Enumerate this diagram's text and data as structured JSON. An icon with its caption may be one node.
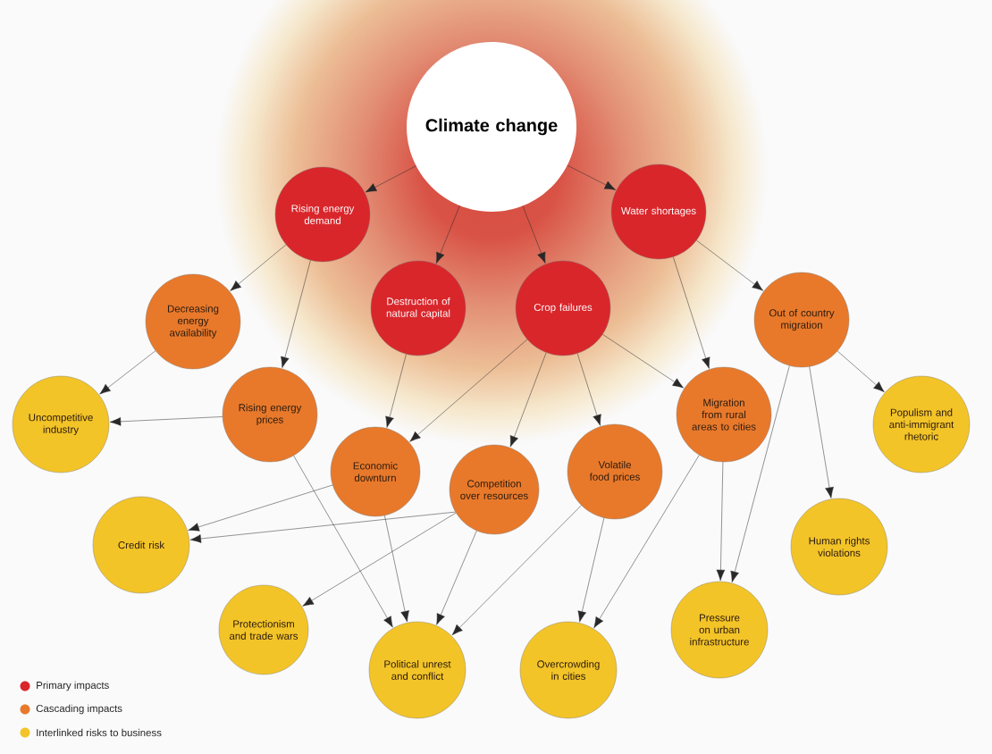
{
  "diagram": {
    "nodes": [
      {
        "text": [
          "Climate change"
        ]
      },
      {
        "text": [
          "Rising energy demand"
        ]
      },
      {
        "text": [
          "Water shortages"
        ]
      },
      {
        "text": [
          "Destruction of natural capital"
        ]
      },
      {
        "text": [
          "Crop failures"
        ]
      },
      {
        "text": [
          "Decreasing energy availability"
        ]
      },
      {
        "text": [
          "Out of country migration"
        ]
      },
      {
        "text": [
          "Uncompetitive industry"
        ]
      },
      {
        "text": [
          "Rising energy prices"
        ]
      },
      {
        "text": [
          "Migration from rural areas to cities"
        ]
      },
      {
        "text": [
          "Populism and anti-immigrant rhetoric"
        ]
      },
      {
        "text": [
          "Economic downturn"
        ]
      },
      {
        "text": [
          "Competition over resources"
        ]
      },
      {
        "text": [
          "Volatile food prices"
        ]
      },
      {
        "text": [
          "Credit risk"
        ]
      },
      {
        "text": [
          "Human rights violations"
        ]
      },
      {
        "text": [
          "Protectionism and trade wars"
        ]
      },
      {
        "text": [
          "Pressure on urban infrastructure"
        ]
      },
      {
        "text": [
          "Political unrest and conflict"
        ]
      },
      {
        "text": [
          "Overcrowding in cities"
        ]
      }
    ],
    "edges": [
      {
        "from": 0,
        "to": 1,
        "arrow": "to"
      },
      {
        "from": 0,
        "to": 3,
        "arrow": "to"
      },
      {
        "from": 0,
        "to": 4,
        "arrow": "to"
      },
      {
        "from": 0,
        "to": 2,
        "arrow": "to"
      },
      {
        "from": 1,
        "to": 5,
        "arrow": "to"
      },
      {
        "from": 1,
        "to": 8,
        "arrow": "to"
      },
      {
        "from": 2,
        "to": 6,
        "arrow": "to"
      },
      {
        "from": 2,
        "to": 9,
        "arrow": "to"
      },
      {
        "from": 3,
        "to": 11,
        "arrow": "to"
      },
      {
        "from": 4,
        "to": 11,
        "arrow": "to"
      },
      {
        "from": 4,
        "to": 12,
        "arrow": "to"
      },
      {
        "from": 4,
        "to": 13,
        "arrow": "to"
      },
      {
        "from": 4,
        "to": 9,
        "arrow": "to"
      },
      {
        "from": 5,
        "to": 7,
        "arrow": "to"
      },
      {
        "from": 8,
        "to": 7,
        "arrow": "to"
      },
      {
        "from": 8,
        "to": 18,
        "arrow": "to"
      },
      {
        "from": 6,
        "to": 10,
        "arrow": "to"
      },
      {
        "from": 6,
        "to": 15,
        "arrow": "to"
      },
      {
        "from": 6,
        "to": 17,
        "arrow": "to"
      },
      {
        "from": 9,
        "to": 17,
        "arrow": "to"
      },
      {
        "from": 9,
        "to": 19,
        "arrow": "to"
      },
      {
        "from": 11,
        "to": 14,
        "arrow": "to"
      },
      {
        "from": 11,
        "to": 18,
        "arrow": "to"
      },
      {
        "from": 12,
        "to": 14,
        "arrow": "to"
      },
      {
        "from": 12,
        "to": 16,
        "arrow": "to"
      },
      {
        "from": 12,
        "to": 18,
        "arrow": "to"
      },
      {
        "from": 13,
        "to": 18,
        "arrow": "to"
      },
      {
        "from": 13,
        "to": 19,
        "arrow": "to"
      }
    ],
    "legend": [
      {
        "text": "Primary impacts",
        "color": "#d9262b"
      },
      {
        "text": "Cascading impacts",
        "color": "#e8792b"
      },
      {
        "text": "Interlinked risks to business",
        "color": "#f3c428"
      }
    ]
  }
}
